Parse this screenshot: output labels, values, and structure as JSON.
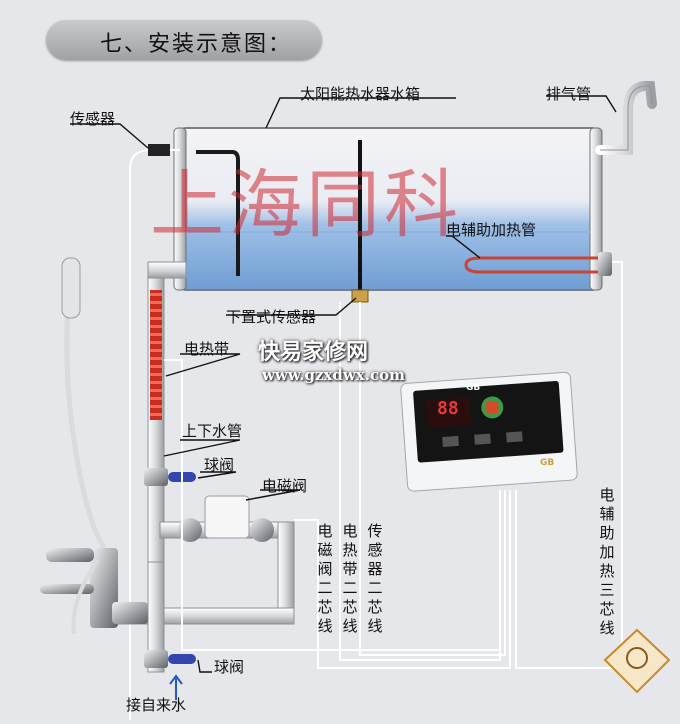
{
  "title": "七、安装示意图：",
  "labels": {
    "tank": "太阳能热水器水箱",
    "vent_pipe": "排气管",
    "sensor": "传感器",
    "aux_heater_pipe": "电辅助加热管",
    "bottom_sensor": "下置式传感器",
    "heating_belt": "电热带",
    "up_down_pipe": "上下水管",
    "ball_valve_top": "球阀",
    "solenoid_valve": "电磁阀",
    "ball_valve_bottom": "球阀",
    "water_inlet": "接自来水"
  },
  "vertical_labels": {
    "solenoid_wire": "电磁阀二芯线",
    "belt_wire": "电热带二芯线",
    "sensor_wire": "传感器二芯线",
    "aux_heat_wire": "电辅助加热三芯线"
  },
  "controller": {
    "brand": "GB",
    "display_digits": "88",
    "corner_brand": "GB"
  },
  "watermark": {
    "logo": "上海同科",
    "site_name": "快易家修网",
    "site_url": "www.gzxdwx.com"
  },
  "colors": {
    "water": "#7fa8d8",
    "heating_belt": "#d83a2a",
    "pipe": "#e8e8e8",
    "wire": "#ffffff",
    "watermark_red": "#d22832"
  }
}
